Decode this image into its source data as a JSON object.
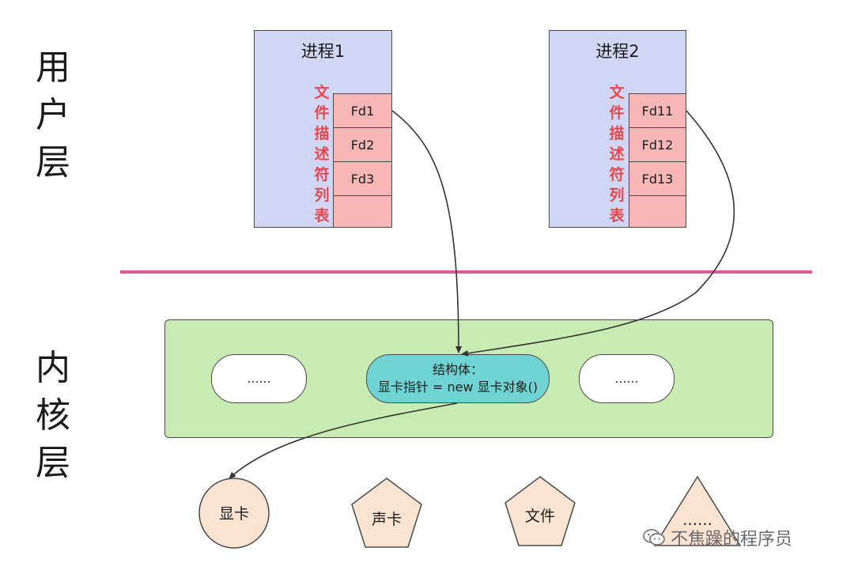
{
  "layers": {
    "user": [
      "用",
      "户",
      "层"
    ],
    "kernel": [
      "内",
      "核",
      "层"
    ]
  },
  "processes": [
    {
      "title": "进程1",
      "fd_table_label": [
        "文",
        "件",
        "描",
        "述",
        "符",
        "列",
        "表"
      ],
      "fds": [
        "Fd1",
        "Fd2",
        "Fd3",
        ""
      ]
    },
    {
      "title": "进程2",
      "fd_table_label": [
        "文",
        "件",
        "描",
        "述",
        "符",
        "列",
        "表"
      ],
      "fds": [
        "Fd11",
        "Fd12",
        "Fd13",
        ""
      ]
    }
  ],
  "kernel": {
    "items": [
      {
        "text": "……"
      },
      {
        "line1": "结构体：",
        "line2": "显卡指针 = new 显卡对象()"
      },
      {
        "text": "……"
      }
    ]
  },
  "devices": [
    {
      "label": "显卡",
      "shape": "circle"
    },
    {
      "label": "声卡",
      "shape": "pentagon"
    },
    {
      "label": "文件",
      "shape": "pentagon"
    },
    {
      "label": "……",
      "shape": "triangle"
    }
  ],
  "watermark": {
    "text": "不焦躁的程序员",
    "icon": "wechat-icon"
  },
  "colors": {
    "process_fill": "#d2d6f5",
    "fd_fill": "#f6b6b6",
    "fd_label": "#e8484a",
    "divider": "#e0579e",
    "kernel_fill": "#c8ebb4",
    "struct_fill": "#71d4d4",
    "device_fill": "#fbe3d2"
  }
}
